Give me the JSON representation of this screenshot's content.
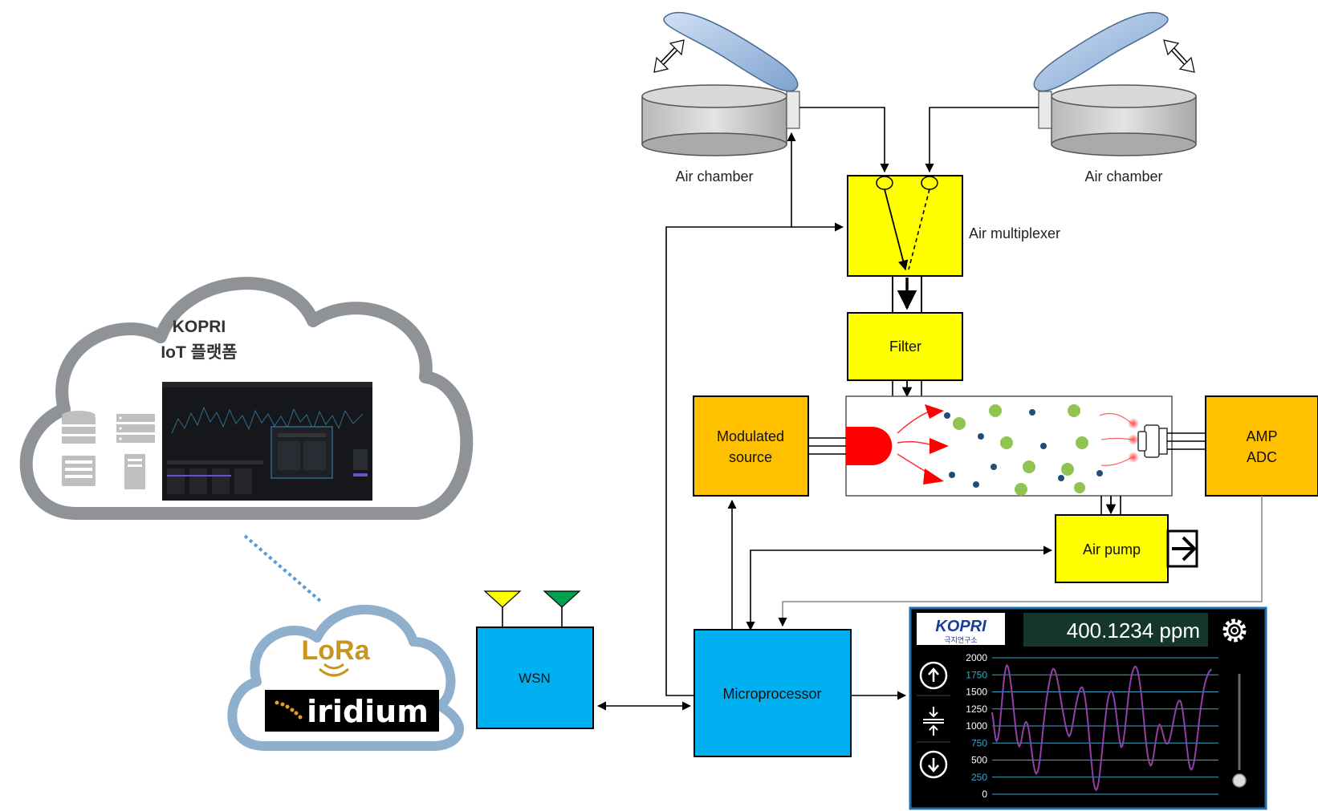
{
  "colors": {
    "yellow_block": "#ffff00",
    "orange_block": "#ffc000",
    "blue_block": "#00b0f0",
    "cloud_grey": "#8f9398",
    "cloud_blue": "#8fb0cc",
    "lora_gold": "#c8951e",
    "display_bg": "#000000",
    "display_frame": "#1f6fb0",
    "ppm_box": "#15372b",
    "trace_purple": "#8040c0",
    "trace_red": "#d04040",
    "grid_cyan": "#3aa8c8"
  },
  "blocks": {
    "air_chamber_left": "Air chamber",
    "air_chamber_right": "Air chamber",
    "air_multiplexer": "Air multiplexer",
    "filter": "Filter",
    "modulated_source_line1": "Modulated",
    "modulated_source_line2": "source",
    "amp_adc_line1": "AMP",
    "amp_adc_line2": "ADC",
    "air_pump": "Air pump",
    "wsn": "WSN",
    "microprocessor": "Microprocessor"
  },
  "cloud": {
    "title_line1": "KOPRI",
    "title_line2": "IoT 플랫폼",
    "icons": [
      "database-icon",
      "server-rack-icon",
      "server-icon",
      "tower-pc-icon"
    ]
  },
  "network": {
    "lora": "LoRa",
    "iridium": "iridium"
  },
  "display": {
    "logo_text": "KOPRI",
    "logo_subtext": "극지연구소",
    "reading": "400.1234 ppm",
    "icons": [
      "gear-icon",
      "arrow-up-circle-icon",
      "compress-icon",
      "arrow-down-circle-icon"
    ]
  },
  "chart_data": {
    "type": "line",
    "title": "",
    "xlabel": "",
    "ylabel": "",
    "ylim": [
      0,
      2000
    ],
    "yticks": [
      0,
      250,
      500,
      750,
      1000,
      1250,
      1500,
      1750,
      2000
    ],
    "grid": true,
    "legend": "none",
    "x": [
      0,
      0.5,
      1,
      1.5,
      2,
      2.5,
      3,
      3.5,
      4,
      4.5,
      5,
      5.5,
      6,
      6.5,
      7,
      7.5,
      8,
      8.5,
      9,
      9.5,
      10,
      10.5,
      11,
      11.5,
      12,
      12.5,
      13,
      13.5,
      14,
      14.5,
      15,
      15.5,
      16,
      16.5,
      17,
      17.5,
      18,
      18.5,
      19,
      19.5,
      20,
      20.5,
      21,
      21.5,
      22,
      22.5,
      23,
      23.5,
      24,
      24.5,
      25,
      25.5,
      26,
      26.5,
      27,
      27.5,
      28,
      28.5,
      29,
      29.5,
      30,
      30.5,
      31,
      31.5,
      32,
      32.5,
      33,
      33.5,
      34,
      34.5,
      35,
      35.5,
      36,
      36.5,
      37,
      37.5,
      38,
      38.5,
      39,
      39.5,
      40,
      40.5,
      41,
      41.5,
      42,
      42.5,
      43,
      43.5,
      44,
      44.5,
      45,
      45.5,
      46,
      46.5,
      47,
      47.5,
      48,
      48.5,
      49,
      49.5,
      50,
      50.5,
      51,
      51.5,
      52,
      52.5,
      53,
      53.5,
      54,
      54.5,
      55,
      55.5,
      56,
      56.5,
      57,
      57.5,
      58,
      58.5,
      59,
      59.5,
      60,
      60.5,
      61,
      61.5,
      62,
      62.5,
      63,
      63.5,
      64,
      64.5,
      65,
      65.5,
      66,
      66.5,
      67,
      67.5,
      68,
      68.5,
      69,
      69.5,
      70,
      70.5,
      71,
      71.5,
      72,
      72.5,
      73,
      73.5,
      74,
      74.5,
      75,
      75.5,
      76,
      76.5,
      77,
      77.5,
      78,
      78.5,
      79,
      79.5,
      80,
      80.5,
      81,
      81.5,
      82,
      82.5,
      83,
      83.5,
      84,
      84.5,
      85,
      85.5,
      86,
      86.5,
      87,
      87.5,
      88,
      88.5,
      89,
      89.5,
      90,
      90.5,
      91,
      91.5,
      92,
      92.5,
      93,
      93.5,
      94,
      94.5,
      95,
      95.5,
      96,
      96.5,
      97,
      97.5,
      98,
      98.5,
      99,
      99.5,
      100
    ],
    "series": [
      {
        "values": [
          1200,
          1090,
          940,
          820,
          780,
          810,
          900,
          1050,
          1230,
          1420,
          1600,
          1750,
          1850,
          1890,
          1870,
          1800,
          1690,
          1560,
          1410,
          1250,
          1090,
          940,
          810,
          730,
          700,
          730,
          800,
          900,
          980,
          1040,
          1060,
          1040,
          980,
          880,
          760,
          630,
          500,
          400,
          330,
          300,
          320,
          380,
          480,
          620,
          780,
          950,
          1110,
          1250,
          1380,
          1490,
          1590,
          1680,
          1760,
          1810,
          1840,
          1830,
          1790,
          1730,
          1650,
          1560,
          1460,
          1360,
          1260,
          1170,
          1080,
          1000,
          930,
          880,
          850,
          870,
          930,
          1010,
          1110,
          1210,
          1300,
          1380,
          1450,
          1510,
          1550,
          1570,
          1560,
          1510,
          1430,
          1310,
          1160,
          990,
          800,
          610,
          430,
          270,
          150,
          80,
          60,
          90,
          170,
          290,
          440,
          600,
          770,
          940,
          1100,
          1240,
          1360,
          1440,
          1490,
          1510,
          1500,
          1460,
          1380,
          1270,
          1130,
          990,
          860,
          750,
          690,
          700,
          780,
          900,
          1050,
          1210,
          1370,
          1510,
          1630,
          1720,
          1790,
          1840,
          1870,
          1870,
          1840,
          1780,
          1690,
          1570,
          1430,
          1270,
          1100,
          920,
          760,
          620,
          520,
          450,
          420,
          440,
          500,
          600,
          720,
          830,
          930,
          1000,
          1020,
          1000,
          950,
          880,
          820,
          770,
          740,
          740,
          760,
          810,
          880,
          960,
          1050,
          1140,
          1220,
          1290,
          1340,
          1370,
          1370,
          1340,
          1260,
          1150,
          1010,
          860,
          700,
          560,
          450,
          380,
          360,
          380,
          440,
          530,
          650,
          790,
          930,
          1080,
          1220,
          1340,
          1450,
          1540,
          1620,
          1680,
          1730,
          1770,
          1800,
          1820,
          1830
        ]
      }
    ]
  }
}
